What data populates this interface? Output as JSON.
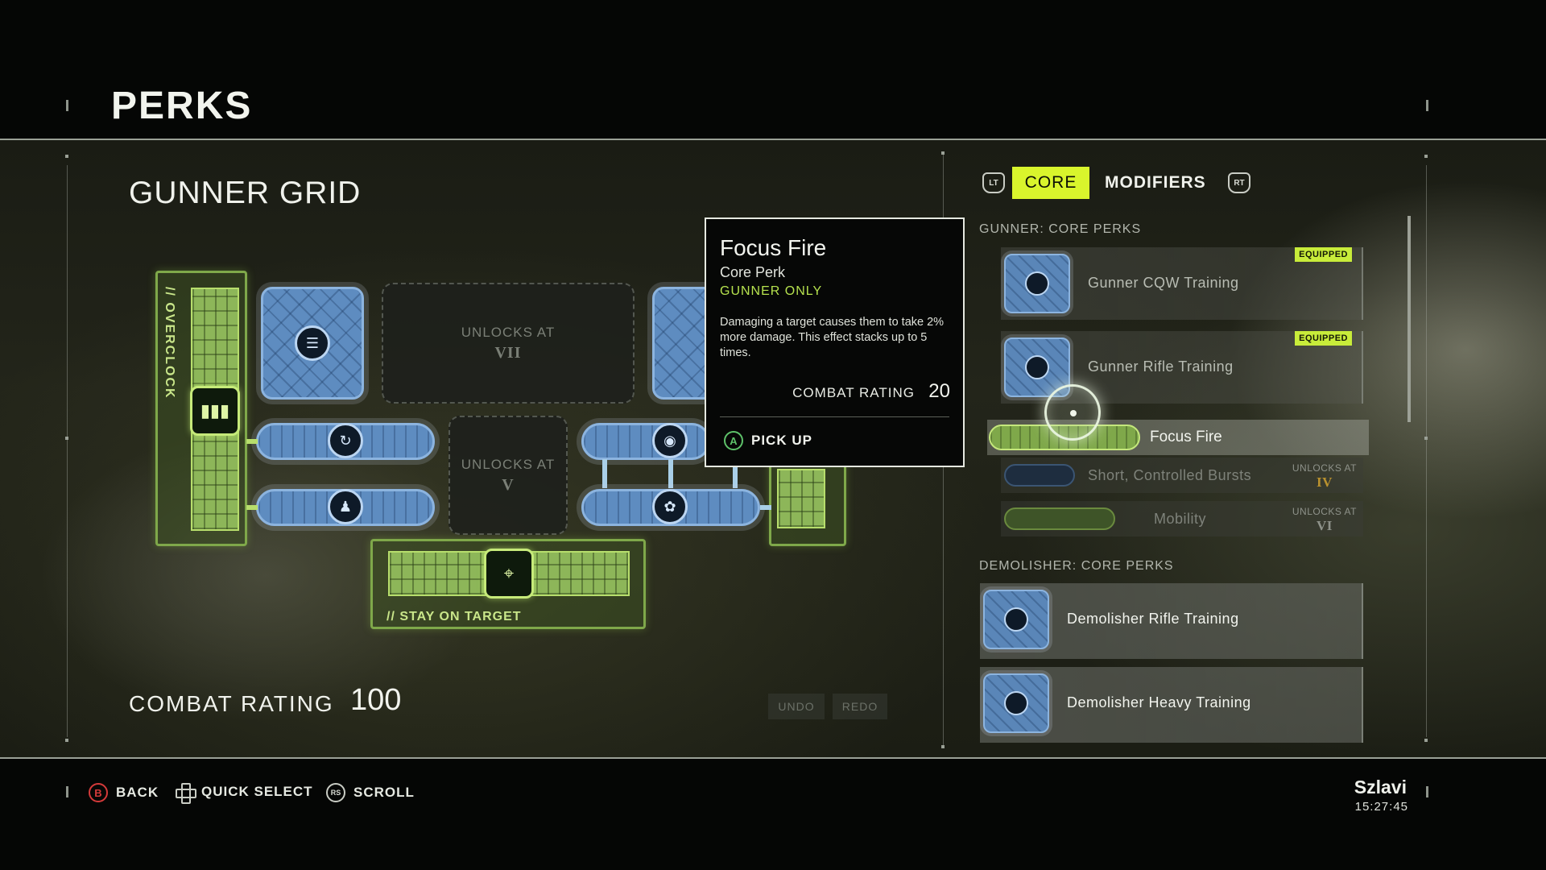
{
  "header": {
    "title": "PERKS"
  },
  "grid": {
    "title": "GUNNER GRID",
    "overclock_label": "// OVERCLOCK",
    "stay_on_target_label": "// STAY ON TARGET",
    "locked_slots": [
      {
        "text": "UNLOCKS AT",
        "level": "VII"
      },
      {
        "text": "UNLOCKS AT",
        "level": "V"
      }
    ],
    "combat_rating_label": "COMBAT RATING",
    "combat_rating_value": "100",
    "undo_label": "UNDO",
    "redo_label": "REDO"
  },
  "tooltip": {
    "name": "Focus Fire",
    "type": "Core Perk",
    "restriction": "GUNNER ONLY",
    "description": "Damaging a target causes them to take 2% more damage. This effect stacks up to 5 times.",
    "combat_rating_label": "COMBAT RATING",
    "combat_rating_value": "20",
    "action_button": "A",
    "action_label": "PICK UP"
  },
  "panel": {
    "left_trigger": "LT",
    "right_trigger": "RT",
    "tabs": [
      {
        "label": "CORE",
        "active": true
      },
      {
        "label": "MODIFIERS",
        "active": false
      }
    ],
    "sections": [
      {
        "heading": "GUNNER: CORE PERKS",
        "items": [
          {
            "name": "Gunner CQW Training",
            "badge": "EQUIPPED"
          },
          {
            "name": "Gunner Rifle Training",
            "badge": "EQUIPPED"
          },
          {
            "name": "Focus Fire",
            "selected": true
          },
          {
            "name": "Short, Controlled Bursts",
            "unlock_text": "UNLOCKS AT",
            "unlock_level": "IV"
          },
          {
            "name": "Mobility",
            "unlock_text": "UNLOCKS AT",
            "unlock_level": "VI"
          }
        ]
      },
      {
        "heading": "DEMOLISHER: CORE PERKS",
        "items": [
          {
            "name": "Demolisher Rifle Training"
          },
          {
            "name": "Demolisher Heavy Training"
          }
        ]
      }
    ]
  },
  "footer": {
    "back_button": "B",
    "back_label": "BACK",
    "quick_select_label": "QUICK SELECT",
    "scroll_button": "RS",
    "scroll_label": "SCROLL",
    "username": "Szlavi",
    "time": "15:27:45"
  },
  "colors": {
    "accent_yellow": "#d9f52c",
    "green_perk": "#8db659",
    "blue_perk": "#5e8cc0",
    "gunner_only": "#b6e24e",
    "equipped_badge": "#c8ec3a"
  },
  "icons": [
    "ammo-icon",
    "rifle-icon",
    "timer-up-icon",
    "soldier-icon",
    "crosshair-icon",
    "hand-grenade-icon",
    "gear-burst-icon",
    "trigger-lt-icon",
    "trigger-rt-icon",
    "dpad-icon",
    "selection-cursor-icon"
  ]
}
